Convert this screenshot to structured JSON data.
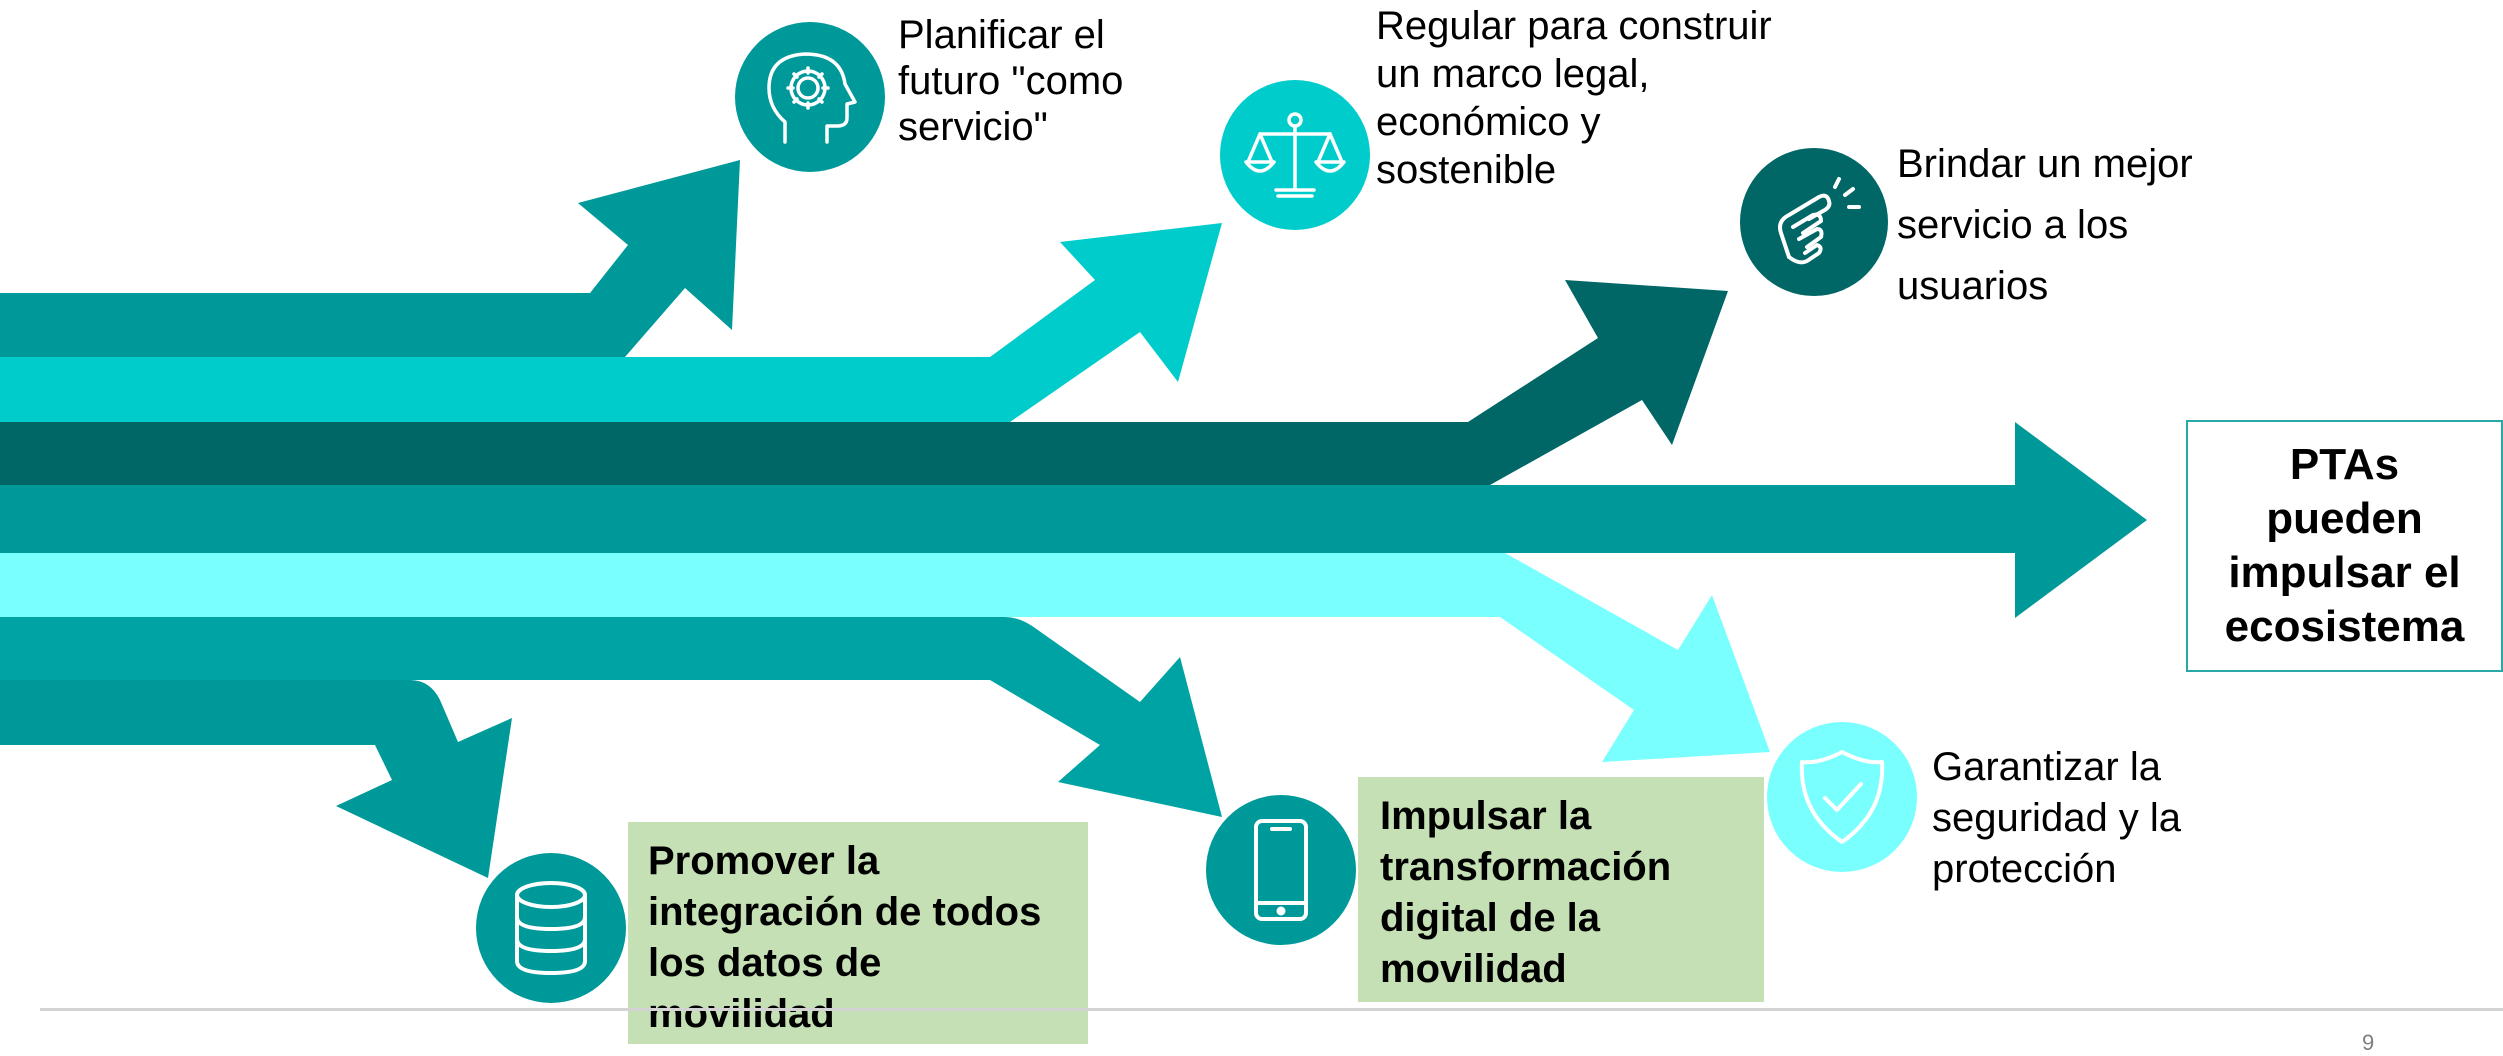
{
  "colors": {
    "teal_mid": "#009999",
    "teal_light": "#00cccc",
    "teal_dark": "#006666",
    "cyan_pale": "#7affff",
    "box_green": "#c5e0b4",
    "result_border": "#2aa8a8"
  },
  "icons": {
    "planificar": "head-gear-icon",
    "regular": "balance-scale-icon",
    "brindar": "hand-gesture-icon",
    "garantizar": "shield-check-icon",
    "impulsar": "smartphone-icon",
    "promover": "database-icon"
  },
  "items": {
    "planificar": "Planificar el\nfuturo \"como\nservicio\"",
    "regular": "Regular para construir\nun marco legal,\neconómico y\nsostenible",
    "brindar": "Brindar un mejor\nservicio a los\nusuarios",
    "garantizar": "Garantizar la\nseguridad y la\nprotección",
    "impulsar": "Impulsar la\ntransformación\ndigital de la\nmovilidad",
    "promover": "Promover la\nintegración de todos\nlos datos de\nmovilidad"
  },
  "result": "PTAs\npueden\nimpulsar el\necosistema",
  "page_number": "9"
}
